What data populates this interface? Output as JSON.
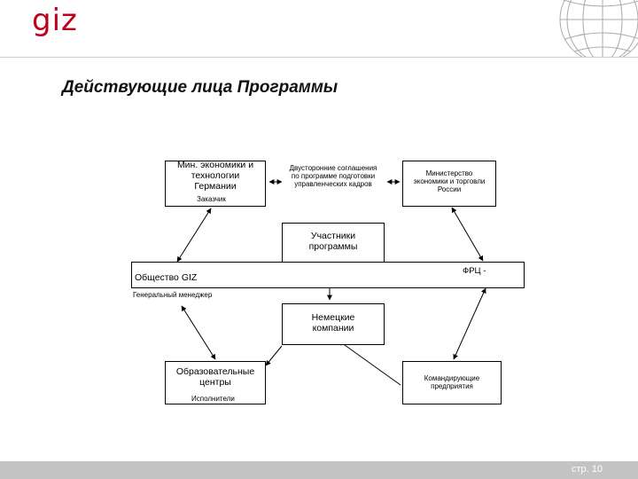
{
  "brand": {
    "logo": "giz",
    "accent": "#c0001a"
  },
  "title": "Действующие лица Программы",
  "nodes": {
    "ministry_germany": {
      "lines": [
        "Мин. экономики и",
        "технологии",
        "Германии"
      ],
      "role": "Заказчик"
    },
    "agreements": {
      "lines": [
        "Двусторонние соглашения",
        "по программе подготовки",
        "управленческих кадров"
      ]
    },
    "ministry_russia": {
      "lines": [
        "Министерство",
        "экономики и торговли",
        "России"
      ]
    },
    "participants": {
      "lines": [
        "Участники",
        "программы"
      ]
    },
    "giz_society": {
      "label": "Общество GIZ",
      "role": "Генеральный менеджер"
    },
    "frc": {
      "label": "ФРЦ -"
    },
    "german_companies": {
      "lines": [
        "Немецкие",
        "компании"
      ]
    },
    "education_centers": {
      "lines": [
        "Образовательные",
        "центры"
      ],
      "role": "Исполнители"
    },
    "sending_companies": {
      "lines": [
        "Командирующие",
        "предприятия"
      ]
    }
  },
  "footer": {
    "page": "стр. 10"
  },
  "icons": [
    "globe-icon"
  ]
}
